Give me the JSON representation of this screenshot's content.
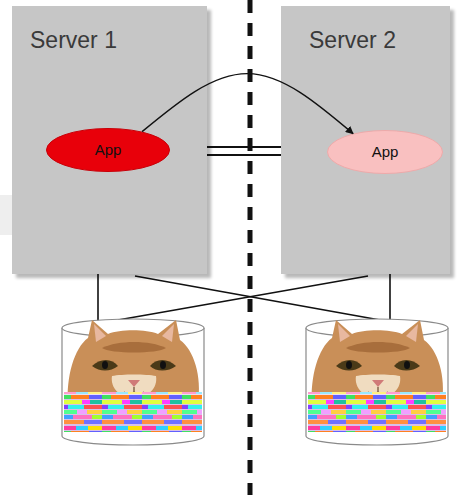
{
  "diagram": {
    "nodes": [
      {
        "text": [
          "Server 1"
        ]
      },
      {
        "text": [
          "App"
        ],
        "in": 0
      },
      {
        "text": [
          "Server 2"
        ]
      },
      {
        "text": [
          "App"
        ],
        "in": 2
      }
    ],
    "edges": [
      {
        "from": 1,
        "to": 3,
        "arrow": "to"
      },
      {
        "from": 0,
        "to": 2,
        "arrow": "none"
      }
    ]
  }
}
